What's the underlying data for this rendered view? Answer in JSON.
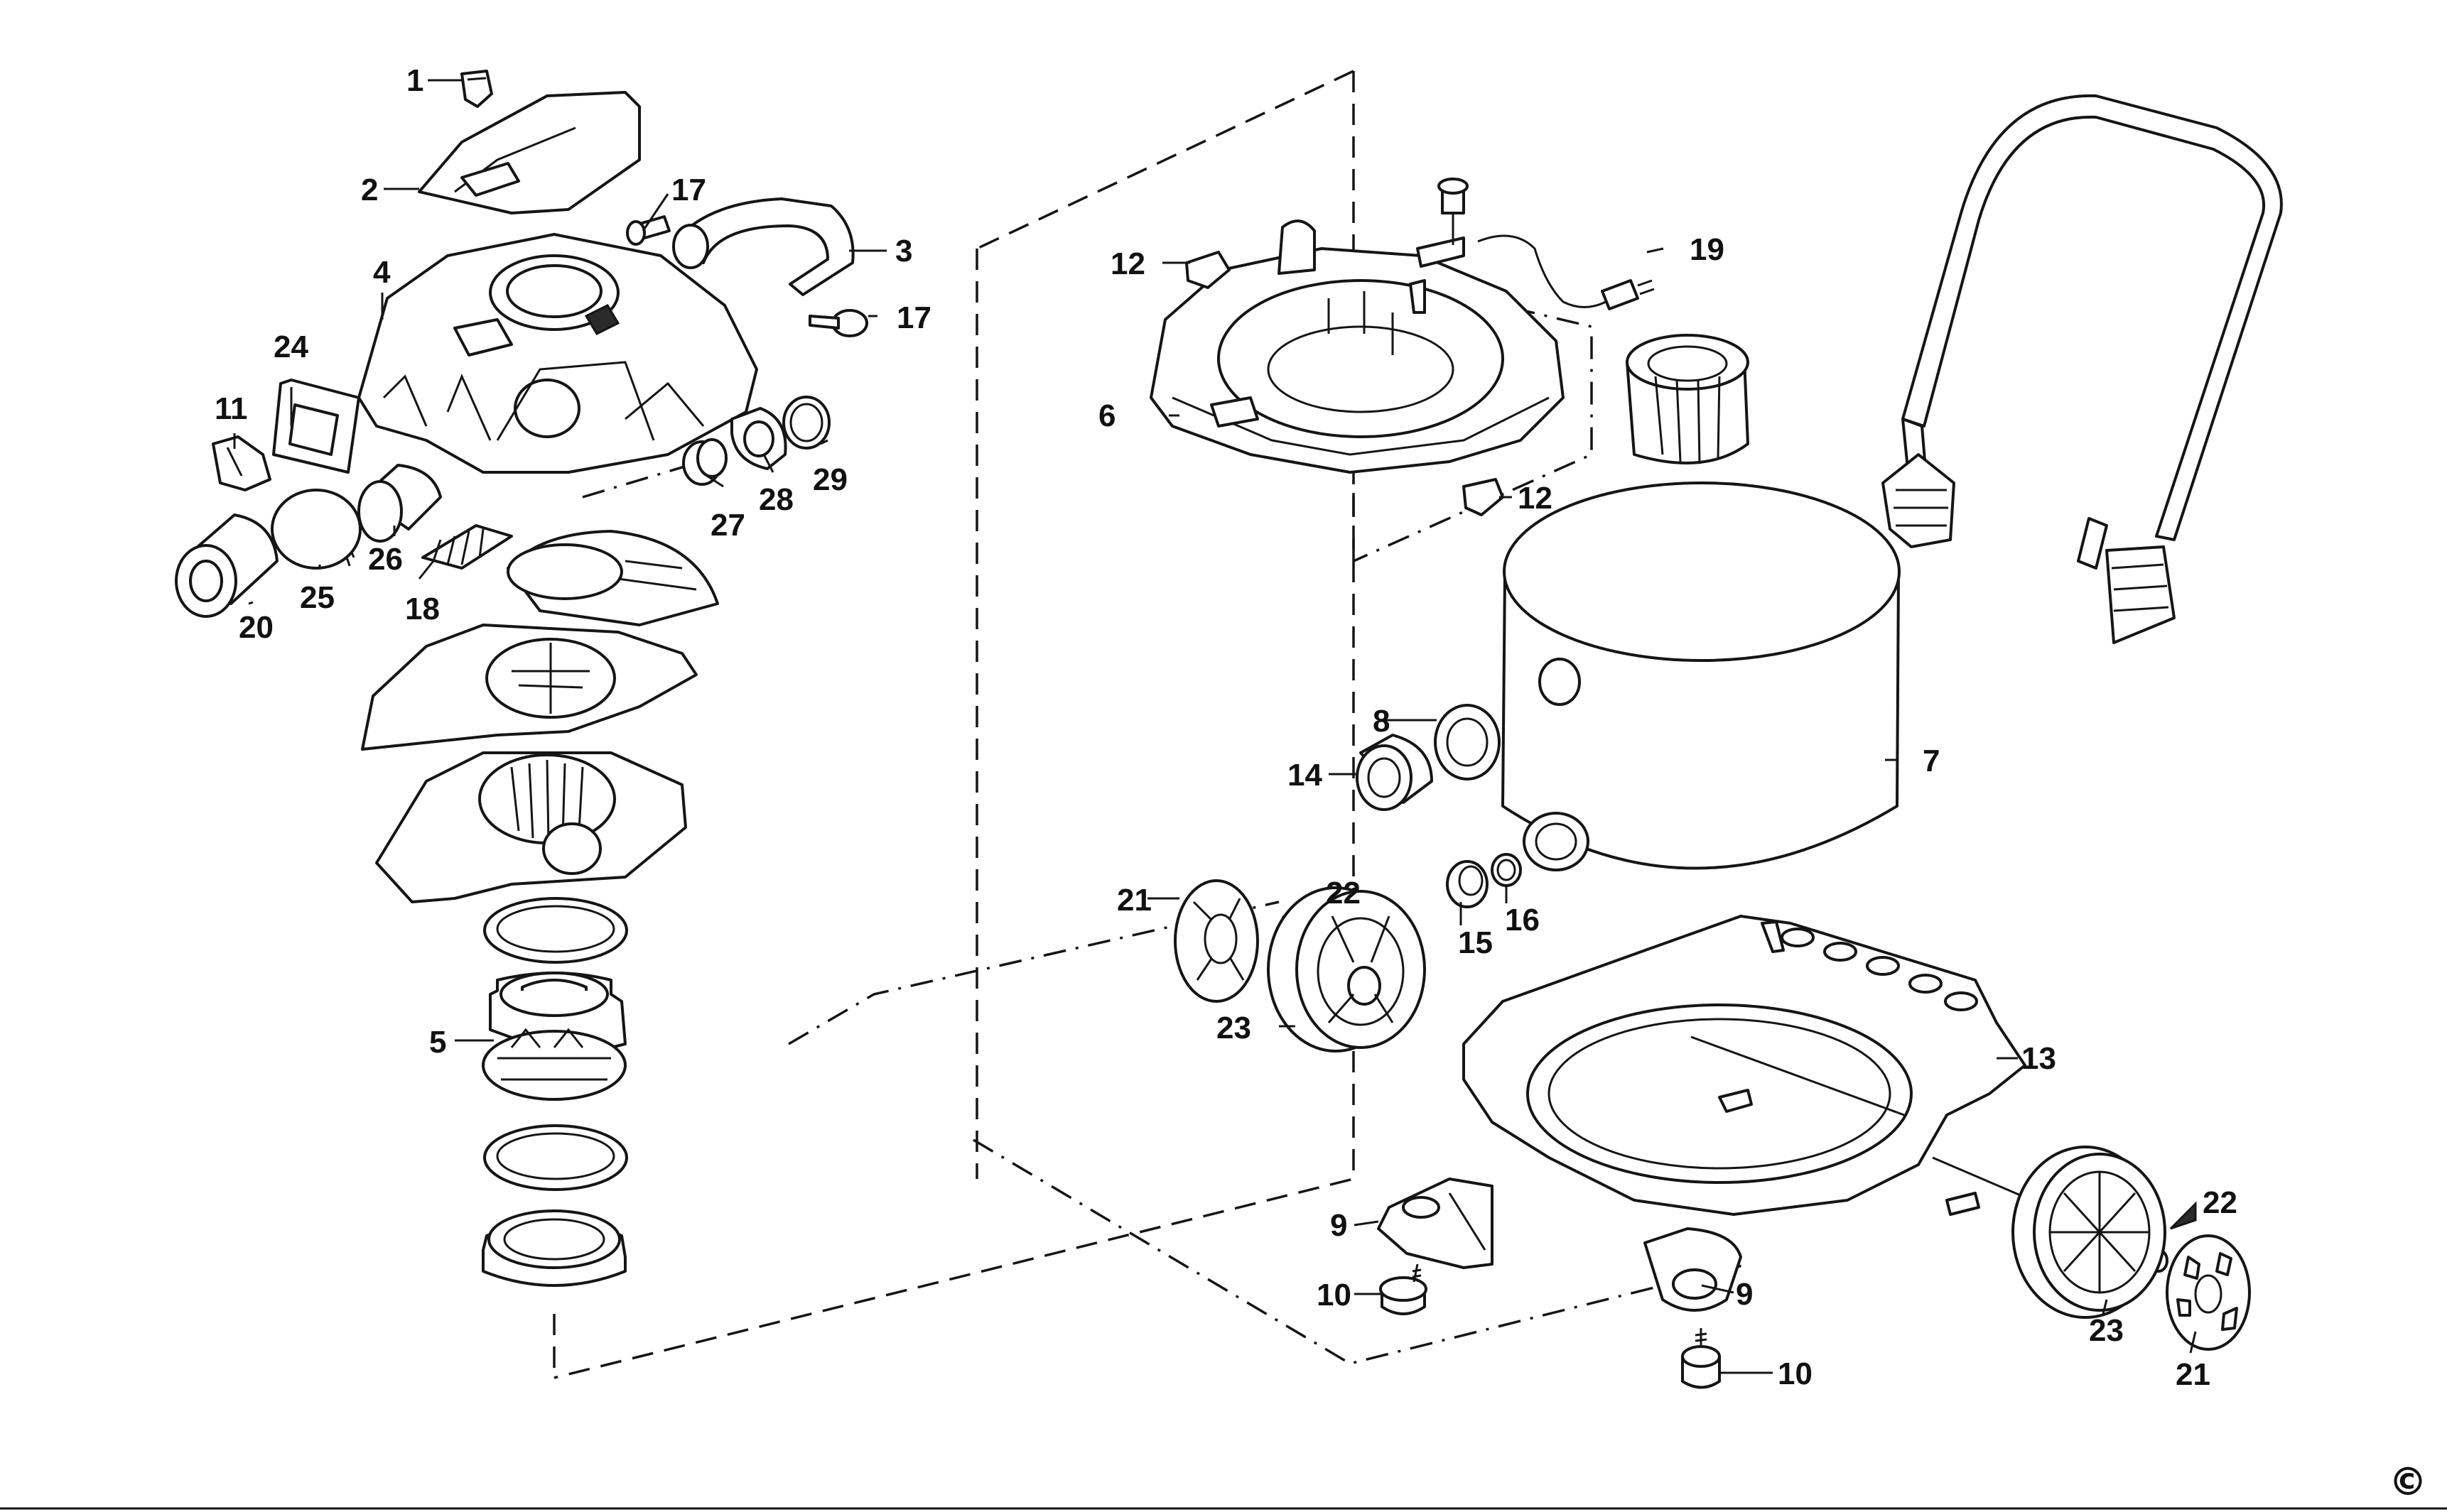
{
  "callouts": [
    "1",
    "2",
    "3",
    "4",
    "5",
    "6",
    "7",
    "8",
    "9",
    "9",
    "10",
    "10",
    "11",
    "12",
    "12",
    "13",
    "14",
    "15",
    "16",
    "17",
    "17",
    "18",
    "19",
    "20",
    "21",
    "21",
    "22",
    "22",
    "23",
    "23",
    "24",
    "25",
    "26",
    "27",
    "28",
    "29"
  ],
  "copyright": "©"
}
